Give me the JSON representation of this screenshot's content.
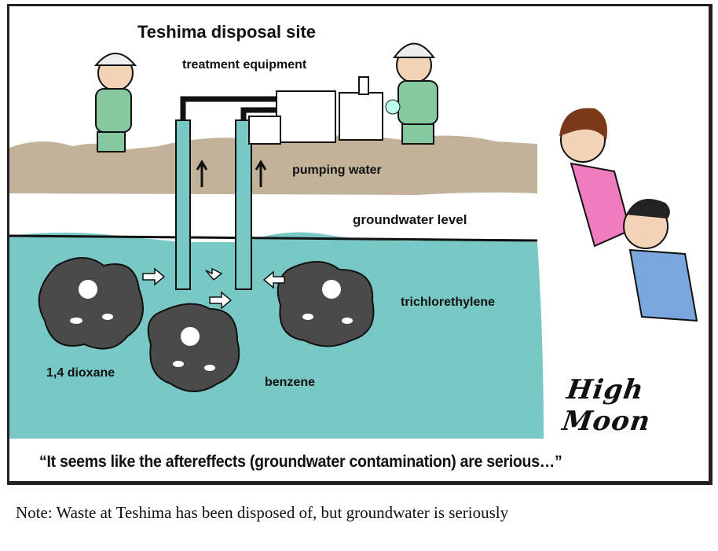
{
  "cartoon": {
    "title": "Teshima disposal site",
    "labels": {
      "treatment_equipment": "treatment equipment",
      "pumping_water": "pumping water",
      "groundwater_level": "groundwater level",
      "trichlorethylene": "trichlorethylene",
      "dioxane": "1,4 dioxane",
      "benzene": "benzene"
    },
    "quote": "“It seems like the aftereffects (groundwater contamination) are serious…”",
    "signature": "High Moon",
    "colors": {
      "water": "#78c9c5",
      "soil": "#c2b29a",
      "pollutant": "#4a4a4a",
      "worker": "#86c9a0",
      "woman": "#f07bbf",
      "man": "#7aa7dc"
    }
  },
  "note": "Note: Waste at Teshima has been disposed of, but groundwater is seriously"
}
